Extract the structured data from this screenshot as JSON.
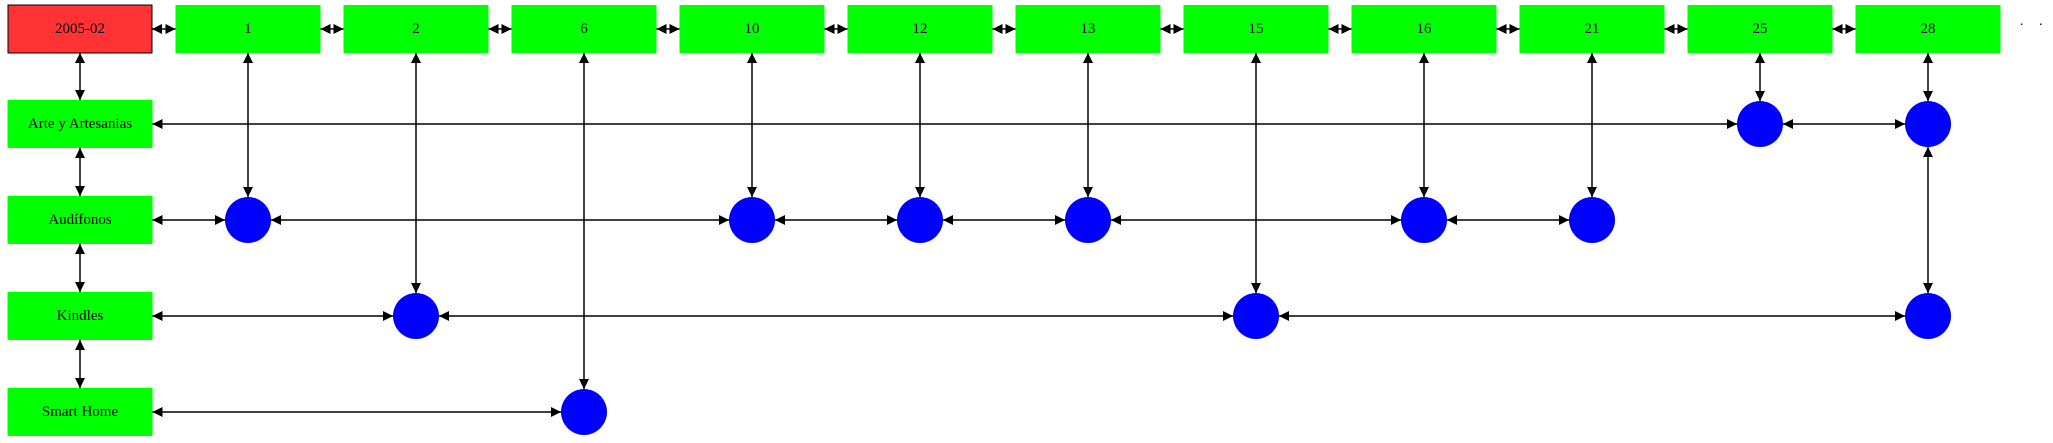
{
  "colors": {
    "header_fill": "#ff3333",
    "node_fill": "#00ff00",
    "dot_fill": "#0000ff",
    "edge": "#000000"
  },
  "header": {
    "label": "2005-02"
  },
  "days": [
    "1",
    "2",
    "6",
    "10",
    "12",
    "13",
    "15",
    "16",
    "21",
    "25",
    "28"
  ],
  "categories": [
    {
      "label": "Arte y Artesanias",
      "days": [
        "25",
        "28"
      ]
    },
    {
      "label": "Audífonos",
      "days": [
        "1",
        "10",
        "12",
        "13",
        "16",
        "21"
      ]
    },
    {
      "label": "Kindles",
      "days": [
        "2",
        "15",
        "28"
      ]
    },
    {
      "label": "Smart Home",
      "days": [
        "6"
      ]
    }
  ],
  "column_links": [
    {
      "day": "1",
      "to": [
        [
          "Audífonos",
          "1"
        ]
      ]
    },
    {
      "day": "2",
      "to": [
        [
          "Kindles",
          "2"
        ]
      ]
    },
    {
      "day": "6",
      "to": [
        [
          "Smart Home",
          "6"
        ]
      ]
    },
    {
      "day": "10",
      "to": [
        [
          "Audífonos",
          "10"
        ]
      ]
    },
    {
      "day": "12",
      "to": [
        [
          "Audífonos",
          "12"
        ]
      ]
    },
    {
      "day": "13",
      "to": [
        [
          "Audífonos",
          "13"
        ]
      ]
    },
    {
      "day": "15",
      "to": [
        [
          "Kindles",
          "15"
        ]
      ]
    },
    {
      "day": "16",
      "to": [
        [
          "Audífonos",
          "16"
        ]
      ]
    },
    {
      "day": "21",
      "to": [
        [
          "Audífonos",
          "21"
        ]
      ]
    },
    {
      "day": "25",
      "to": [
        [
          "Arte y Artesanias",
          "25"
        ]
      ]
    },
    {
      "day": "28",
      "to": [
        [
          "Arte y Artesanias",
          "28"
        ],
        [
          "Kindles",
          "28"
        ]
      ]
    }
  ],
  "trailing_text": ". ."
}
